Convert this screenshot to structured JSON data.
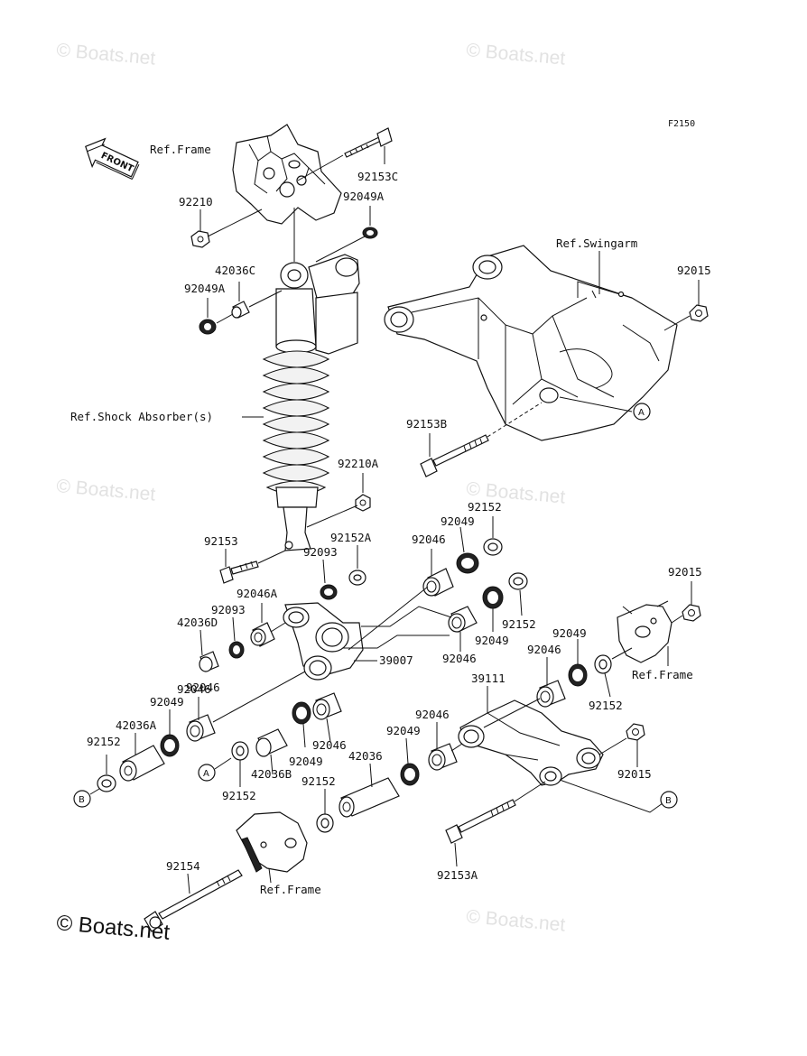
{
  "diagram_code": "F2150",
  "front_label": "FRONT",
  "watermarks": {
    "light": "© Boats.net",
    "dark": "© Boats.net"
  },
  "callouts": {
    "a": "A",
    "b": "B"
  },
  "labels": [
    {
      "id": "ref-frame-top",
      "text": "Ref.Frame"
    },
    {
      "id": "p92153c",
      "text": "92153C"
    },
    {
      "id": "p92210",
      "text": "92210"
    },
    {
      "id": "p92049a-top",
      "text": "92049A"
    },
    {
      "id": "p42036c",
      "text": "42036C"
    },
    {
      "id": "p92049a-left",
      "text": "92049A"
    },
    {
      "id": "ref-swingarm",
      "text": "Ref.Swingarm"
    },
    {
      "id": "p92015-top",
      "text": "92015"
    },
    {
      "id": "ref-shock",
      "text": "Ref.Shock Absorber(s)"
    },
    {
      "id": "p92153b",
      "text": "92153B"
    },
    {
      "id": "p92210a",
      "text": "92210A"
    },
    {
      "id": "p92152-top",
      "text": "92152"
    },
    {
      "id": "p92049-top",
      "text": "92049"
    },
    {
      "id": "p92153",
      "text": "92153"
    },
    {
      "id": "p92093-a",
      "text": "92093"
    },
    {
      "id": "p92152a",
      "text": "92152A"
    },
    {
      "id": "p92046-a",
      "text": "92046"
    },
    {
      "id": "p92015-mid",
      "text": "92015"
    },
    {
      "id": "p92046a",
      "text": "92046A"
    },
    {
      "id": "p92093-b",
      "text": "92093"
    },
    {
      "id": "p92152-b",
      "text": "92152"
    },
    {
      "id": "p42036d",
      "text": "42036D"
    },
    {
      "id": "p92049-b",
      "text": "92049"
    },
    {
      "id": "p92049-c",
      "text": "92049"
    },
    {
      "id": "p92046-b",
      "text": "92046"
    },
    {
      "id": "p39007",
      "text": "39007"
    },
    {
      "id": "p92046-c",
      "text": "92046"
    },
    {
      "id": "ref-frame-right",
      "text": "Ref.Frame"
    },
    {
      "id": "p39111",
      "text": "39111"
    },
    {
      "id": "p92046-d",
      "text": "92046"
    },
    {
      "id": "p92152-c",
      "text": "92152"
    },
    {
      "id": "p92046-e",
      "text": "92046"
    },
    {
      "id": "p92049-d",
      "text": "92049"
    },
    {
      "id": "p42036a",
      "text": "42036A"
    },
    {
      "id": "p92046-f",
      "text": "92046"
    },
    {
      "id": "p92049-e",
      "text": "92049"
    },
    {
      "id": "p92046-g",
      "text": "92046"
    },
    {
      "id": "p92152-d",
      "text": "92152"
    },
    {
      "id": "p92049-f",
      "text": "92049"
    },
    {
      "id": "p42036",
      "text": "42036"
    },
    {
      "id": "p42036b",
      "text": "42036B"
    },
    {
      "id": "p92152-e",
      "text": "92152"
    },
    {
      "id": "p92015-bot",
      "text": "92015"
    },
    {
      "id": "p92152-f",
      "text": "92152"
    },
    {
      "id": "p92154",
      "text": "92154"
    },
    {
      "id": "ref-frame-bot",
      "text": "Ref.Frame"
    },
    {
      "id": "p92153a",
      "text": "92153A"
    }
  ]
}
